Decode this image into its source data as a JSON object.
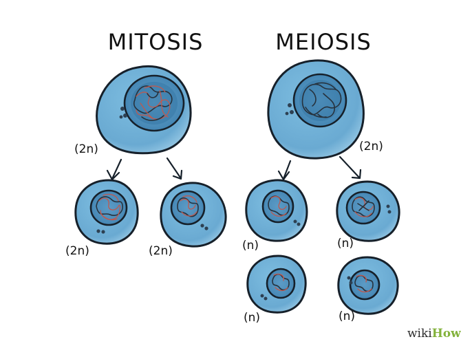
{
  "titles": {
    "mitosis": "MITOSIS",
    "meiosis": "MEIOSIS"
  },
  "ploidy_labels": {
    "mitosis_parent": "(2n)",
    "mitosis_child_left": "(2n)",
    "mitosis_child_right": "(2n)",
    "meiosis_parent": "(2n)",
    "meiosis_top_left": "(n)",
    "meiosis_top_right": "(n)",
    "meiosis_bottom_left": "(n)",
    "meiosis_bottom_right": "(n)"
  },
  "watermark": {
    "part1": "wiki",
    "part2": "How"
  },
  "colors": {
    "cell_fill": "#6fb0d6",
    "cell_edge": "#9bcbe6",
    "nucleus_fill": "#3a7fae",
    "nucleus_inner": "#5c9bc6",
    "outline": "#16202a",
    "chromatin_red": "#c0594e",
    "chromatin_dark": "#27323d",
    "watermark_green": "#83b23b"
  }
}
